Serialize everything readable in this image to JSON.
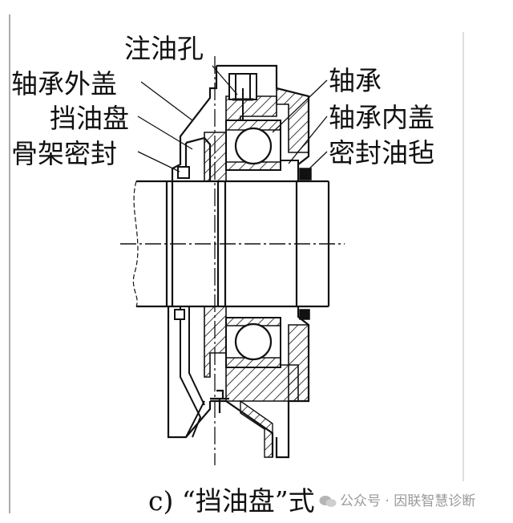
{
  "diagram": {
    "labels": {
      "oil_hole": "注油孔",
      "bearing_outer_cover": "轴承外盖",
      "oil_slinger": "挡油盘",
      "frame_seal": "骨架密封",
      "bearing": "轴承",
      "bearing_inner_cover": "轴承内盖",
      "seal_felt": "密封油毡"
    },
    "caption": "c) “挡油盘”式"
  },
  "watermark": {
    "text": "公众号 · 因联智慧诊断"
  }
}
